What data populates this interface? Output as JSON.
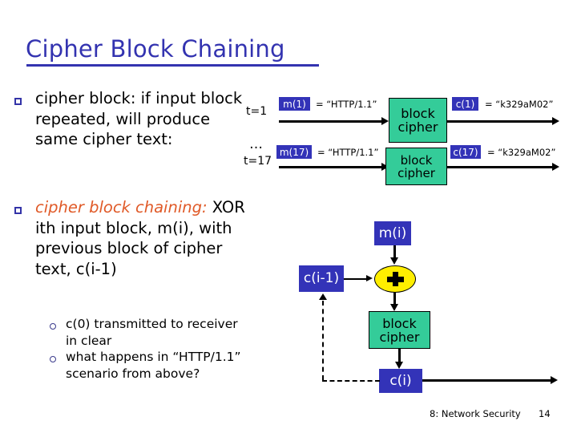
{
  "slide": {
    "title": "Cipher Block Chaining",
    "footer_label": "8: Network Security",
    "page_number": "14"
  },
  "colors": {
    "title_blue": "#3333b0",
    "node_blue": "#3333b8",
    "cipher_green": "#34cc99",
    "xor_yellow": "#ffee00",
    "highlight_orange": "#e05a28",
    "text_black": "#000000",
    "background": "#ffffff"
  },
  "bullets": [
    {
      "marker": "square",
      "lead": "",
      "text": "cipher block: if input block repeated, will produce same cipher text:"
    },
    {
      "marker": "square",
      "lead": "cipher block chaining:",
      "text": " XOR ith input block, m(i), with previous block of cipher text, c(i-1)"
    }
  ],
  "sub_bullets": [
    {
      "marker": "circle",
      "text": "c(0) transmitted to receiver in clear"
    },
    {
      "marker": "circle",
      "text": "what happens in “HTTP/1.1” scenario from above?"
    }
  ],
  "ecb_diagram": {
    "ellipsis": "…",
    "rows": [
      {
        "time_label": "t=1",
        "plaintext_node": "m(1)",
        "plaintext_value": "= “HTTP/1.1”",
        "cipher_box": {
          "line1": "block",
          "line2": "cipher"
        },
        "ciphertext_node": "c(1)",
        "ciphertext_value": "= “k329aM02”"
      },
      {
        "time_label": "t=17",
        "plaintext_node": "m(17)",
        "plaintext_value": "= “HTTP/1.1”",
        "cipher_box": {
          "line1": "block",
          "line2": "cipher"
        },
        "ciphertext_node": "c(17)",
        "ciphertext_value": "= “k329aM02”"
      }
    ]
  },
  "cbc_diagram": {
    "message_node": "m(i)",
    "prev_cipher_node": "c(i-1)",
    "xor_symbol": "+",
    "cipher_box": {
      "line1": "block",
      "line2": "cipher"
    },
    "output_node": "c(i)"
  }
}
